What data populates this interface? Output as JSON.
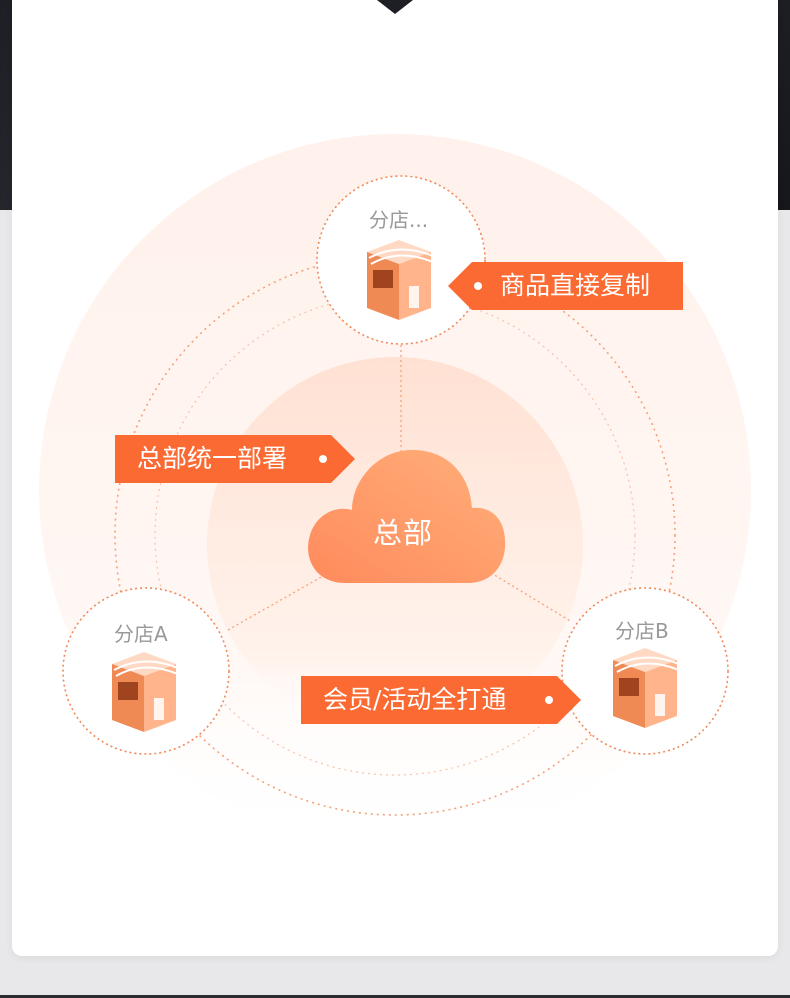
{
  "diagram": {
    "center": {
      "label": "总部"
    },
    "branches": {
      "top": "分店...",
      "left": "分店A",
      "right": "分店B"
    },
    "tags": {
      "deploy": "总部统一部署",
      "copy": "商品直接复制",
      "connect": "会员/活动全打通"
    }
  },
  "colors": {
    "accent": "#fa6a32",
    "line": "#f4a27a",
    "cloud_start": "#ff8a5c",
    "cloud_end": "#ffb07a",
    "label_gray": "#999999"
  }
}
